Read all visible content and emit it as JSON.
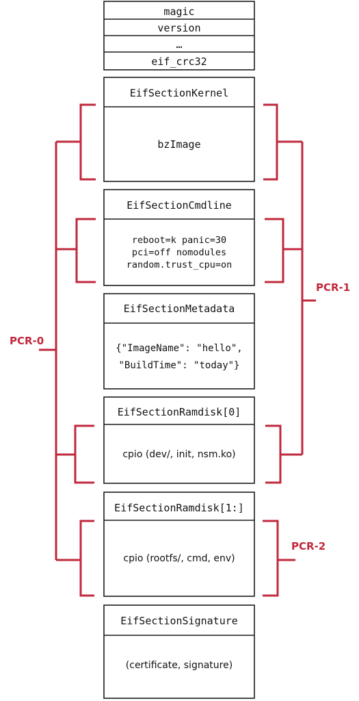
{
  "header": {
    "rows": [
      "magic",
      "version",
      "…",
      "eif_crc32"
    ]
  },
  "sections": [
    {
      "title": "EifSectionKernel",
      "content": [
        "bzImage"
      ],
      "content_font": "mono"
    },
    {
      "title": "EifSectionCmdline",
      "content": [
        "reboot=k panic=30",
        "pci=off nomodules",
        "random.trust_cpu=on"
      ],
      "content_font": "mono"
    },
    {
      "title": "EifSectionMetadata",
      "content": [
        "{\"ImageName\": \"hello\",",
        "\"BuildTime\": \"today\"}"
      ],
      "content_font": "mono"
    },
    {
      "title": "EifSectionRamdisk[0]",
      "content": [
        "cpio (dev/, init, nsm.ko)"
      ],
      "content_font": "mixed"
    },
    {
      "title": "EifSectionRamdisk[1:]",
      "content": [
        "cpio (rootfs/, cmd, env)"
      ],
      "content_font": "mixed"
    },
    {
      "title": "EifSectionSignature",
      "content": [
        "(certificate, signature)"
      ],
      "content_font": "sans"
    }
  ],
  "pcr_labels": {
    "pcr0": "PCR-0",
    "pcr1": "PCR-1",
    "pcr2": "PCR-2"
  },
  "colors": {
    "bracket": "#c0283c",
    "box_stroke": "#1a1a1a"
  }
}
